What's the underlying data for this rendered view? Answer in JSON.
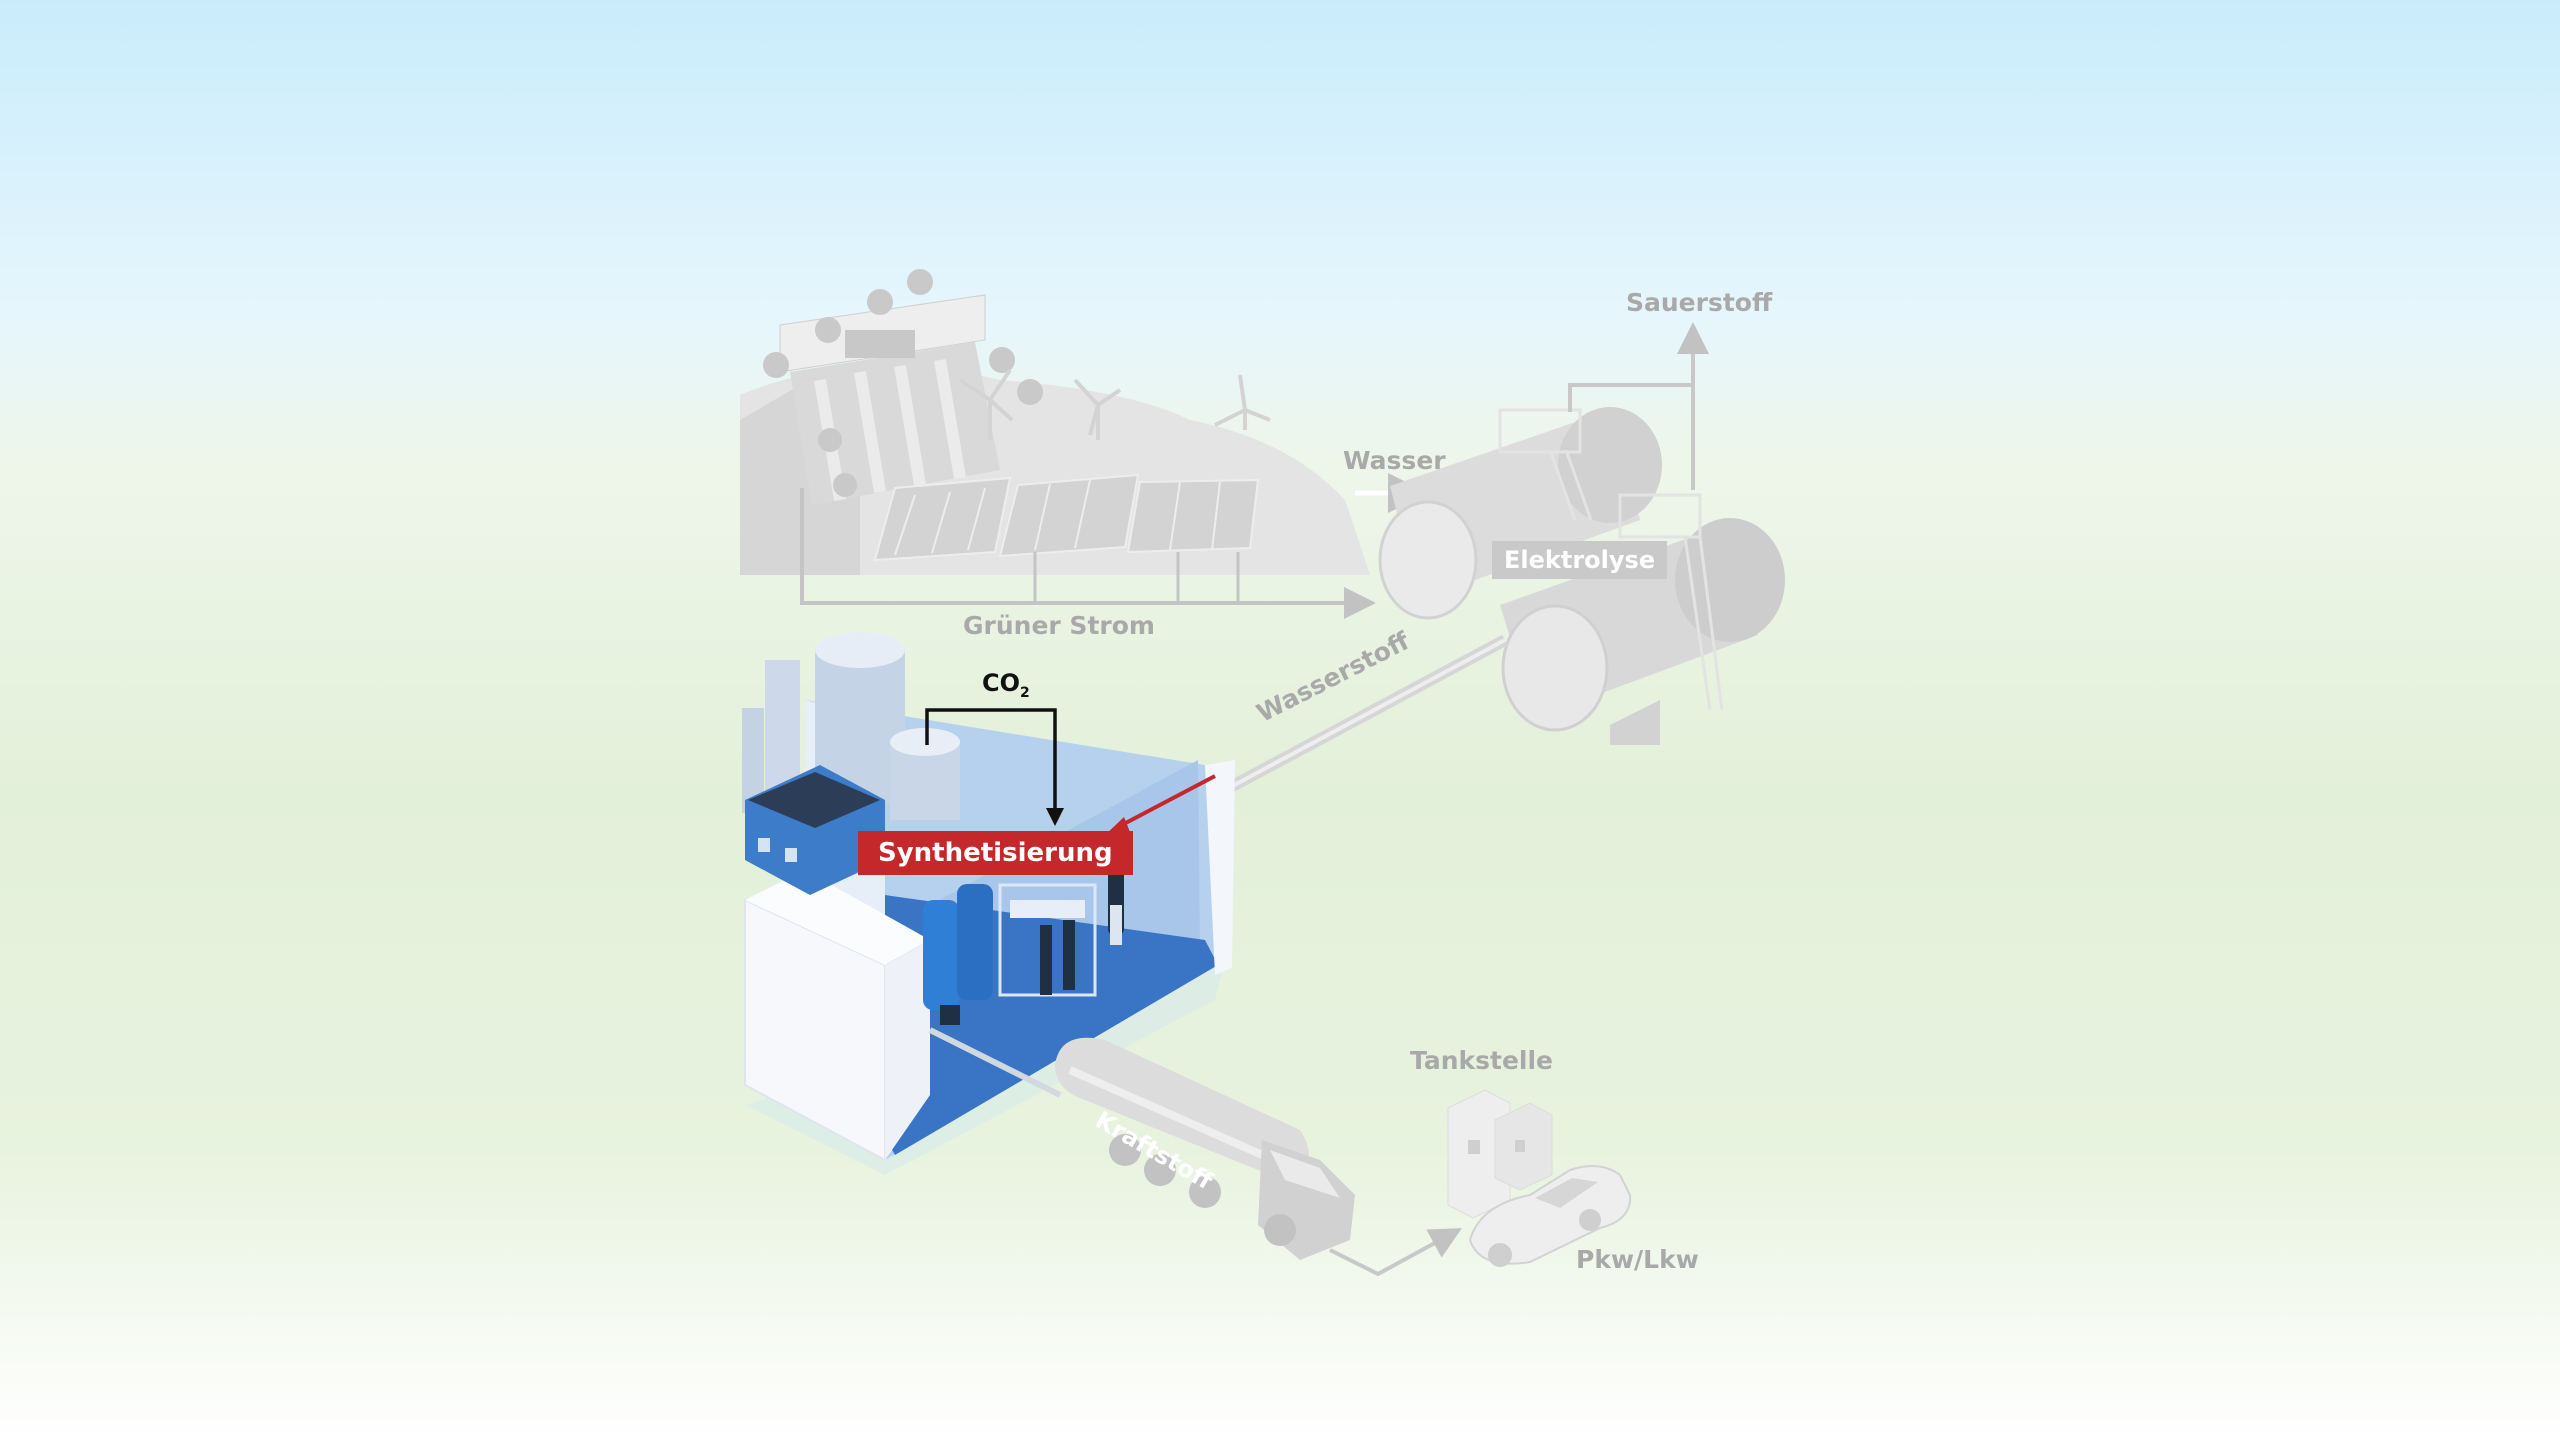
{
  "labels": {
    "sauerstoff": "Sauerstoff",
    "wasser": "Wasser",
    "elektrolyse": "Elektrolyse",
    "gruener_strom": "Grüner Strom",
    "wasserstoff": "Wasserstoff",
    "co2_main": "CO",
    "co2_sub": "2",
    "synthetisierung": "Synthetisierung",
    "tankstelle": "Tankstelle",
    "kraftstoff": "Kraftstoff",
    "pkw_lkw": "Pkw/Lkw"
  },
  "colors": {
    "highlight": "#c4282a",
    "plant_blue": "#3d78c8",
    "faded_gray": "#c9c9c9",
    "label_gray": "#a9a9a9"
  }
}
